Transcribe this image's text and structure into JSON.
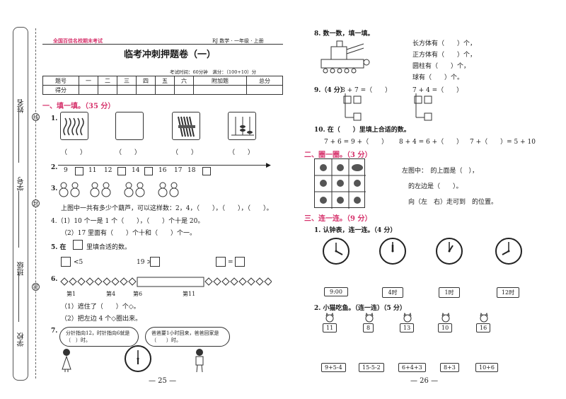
{
  "sidebar": {
    "name": "姓名",
    "xianmark": "线",
    "number": "学号",
    "fengmark": "封",
    "class": "班级",
    "mimark": "密",
    "school": "学校"
  },
  "header": {
    "badge": "全国百佳名校期末考试",
    "edition": "RJ 数学 · 一年级 · 上册",
    "title": "临考冲刺押题卷（一）",
    "time_info": "考试时间：60分钟　满分：（100+10）分"
  },
  "score_table": {
    "row1": [
      "题号",
      "一",
      "二",
      "三",
      "四",
      "五",
      "六",
      "附加题",
      "总分"
    ],
    "row2": [
      "得分",
      "",
      "",
      "",
      "",
      "",
      "",
      "",
      ""
    ]
  },
  "left": {
    "sec1": "一、填一填。（35 分）",
    "q1_label": "1.",
    "q1_blanks": [
      "（　　）",
      "（　　）",
      "（　　）",
      "（　　）"
    ],
    "q2_label": "2.",
    "q2_numbers": [
      "9",
      "11",
      "12",
      "14",
      "16",
      "17",
      "18"
    ],
    "q3_label": "3.",
    "q3_text": "上图中一共有多少个葫芦，可以这样数：2，4，（　　），（　　），（　　）。",
    "q4_a": "4.（1）10 个一是 1 个（　　），（　　）个十是 20。",
    "q4_b": "（2）17 里面有（　　）个十和（　　）个一。",
    "q5_label": "5. 在",
    "q5_after": "里填合适的数。",
    "q5_exprs": [
      "<5",
      "19 >",
      "="
    ],
    "q6_label": "6.",
    "q6_marks": [
      "第1",
      "第4",
      "第6",
      "第11"
    ],
    "q6_a": "（1）遮住了（　　）个◇。",
    "q6_b": "（2）把左边 4 个◇圈出来。",
    "q7_label": "7.",
    "q7_bubble1": "分针指向12，时针指向6就是（　）时。",
    "q7_bubble2": "爸爸要1小时回来，爸爸回家是（　　）时。",
    "page_no": "— 25 —"
  },
  "right": {
    "q8_label": "8. 数一数，填一填。",
    "q8_lines": [
      "长方体有（　　）个，",
      "正方体有（　　）个，",
      "圆柱有（　　）个，",
      "球有（　　）个。"
    ],
    "q9_label": "9.（4 分）",
    "q9_a": "8 + 7 =（　　）",
    "q9_b": "7 + 4 =（　　）",
    "q10_label": "10. 在（　　）里填上合适的数。",
    "q10_exprs": [
      "7 + 6 = 9 +（　　）",
      "8 + 4 = 6 +（　　）",
      "7 +（　　）= 5 + 10"
    ],
    "sec2": "二、圈一圈。（3 分）",
    "sec2_lines": [
      "左图中：　的上面是（　），",
      "　的左边是（　　）。",
      "　向（左　右）走可到　的位置。"
    ],
    "sec3": "三、连一连。（9 分）",
    "q1_label": "1. 认钟表，连一连。（4 分）",
    "time_opts": [
      "9:00",
      "4时",
      "1时",
      "12时"
    ],
    "q2_label": "2. 小猫吃鱼。（连一连）（5 分）",
    "cat_numbers": [
      "11",
      "8",
      "13",
      "10",
      "16"
    ],
    "fish_exprs": [
      "9+5-4",
      "15-5-2",
      "6+4+3",
      "8+3",
      "10+6"
    ],
    "page_no": "— 26 —"
  }
}
